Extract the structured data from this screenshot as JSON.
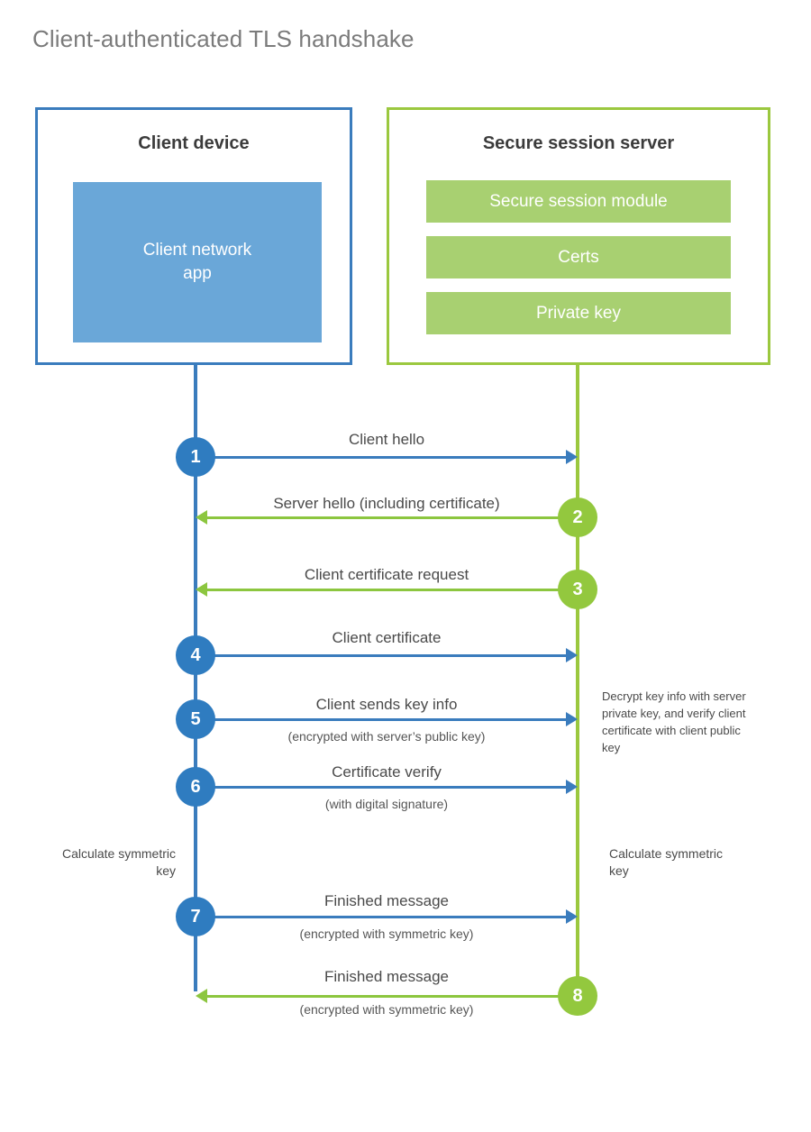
{
  "title": "Client-authenticated TLS handshake",
  "colors": {
    "client_blue": "#3a7cbd",
    "client_app_fill": "#6aa7d8",
    "server_green": "#9bc83f",
    "server_module_fill": "#a8d071",
    "circle_blue": "#2f7cc0",
    "circle_green": "#93c83e",
    "title_gray": "#7b7b7b",
    "text_gray": "#4a4a4a",
    "background": "#ffffff"
  },
  "client": {
    "title": "Client device",
    "app_label": "Client network\napp"
  },
  "server": {
    "title": "Secure session server",
    "modules": [
      {
        "label": "Secure session module"
      },
      {
        "label": "Certs"
      },
      {
        "label": "Private key"
      }
    ]
  },
  "notes": {
    "server_decrypt": "Decrypt key info with server private key, and verify client certificate with client public key",
    "client_calculate": "Calculate symmetric key",
    "server_calculate": "Calculate symmetric key"
  },
  "steps": [
    {
      "number": "1",
      "label": "Client hello",
      "sub": "",
      "direction": "client-to-server",
      "color": "blue"
    },
    {
      "number": "2",
      "label": "Server hello (including certificate)",
      "sub": "",
      "direction": "server-to-client",
      "color": "green"
    },
    {
      "number": "3",
      "label": "Client certificate request",
      "sub": "",
      "direction": "server-to-client",
      "color": "green"
    },
    {
      "number": "4",
      "label": "Client certificate",
      "sub": "",
      "direction": "client-to-server",
      "color": "blue"
    },
    {
      "number": "5",
      "label": "Client sends key info",
      "sub": "(encrypted with server’s public key)",
      "direction": "client-to-server",
      "color": "blue"
    },
    {
      "number": "6",
      "label": "Certificate verify",
      "sub": "(with digital signature)",
      "direction": "client-to-server",
      "color": "blue"
    },
    {
      "number": "7",
      "label": "Finished message",
      "sub": "(encrypted with symmetric key)",
      "direction": "client-to-server",
      "color": "blue"
    },
    {
      "number": "8",
      "label": "Finished message",
      "sub": "(encrypted with symmetric key)",
      "direction": "server-to-client",
      "color": "green"
    }
  ]
}
